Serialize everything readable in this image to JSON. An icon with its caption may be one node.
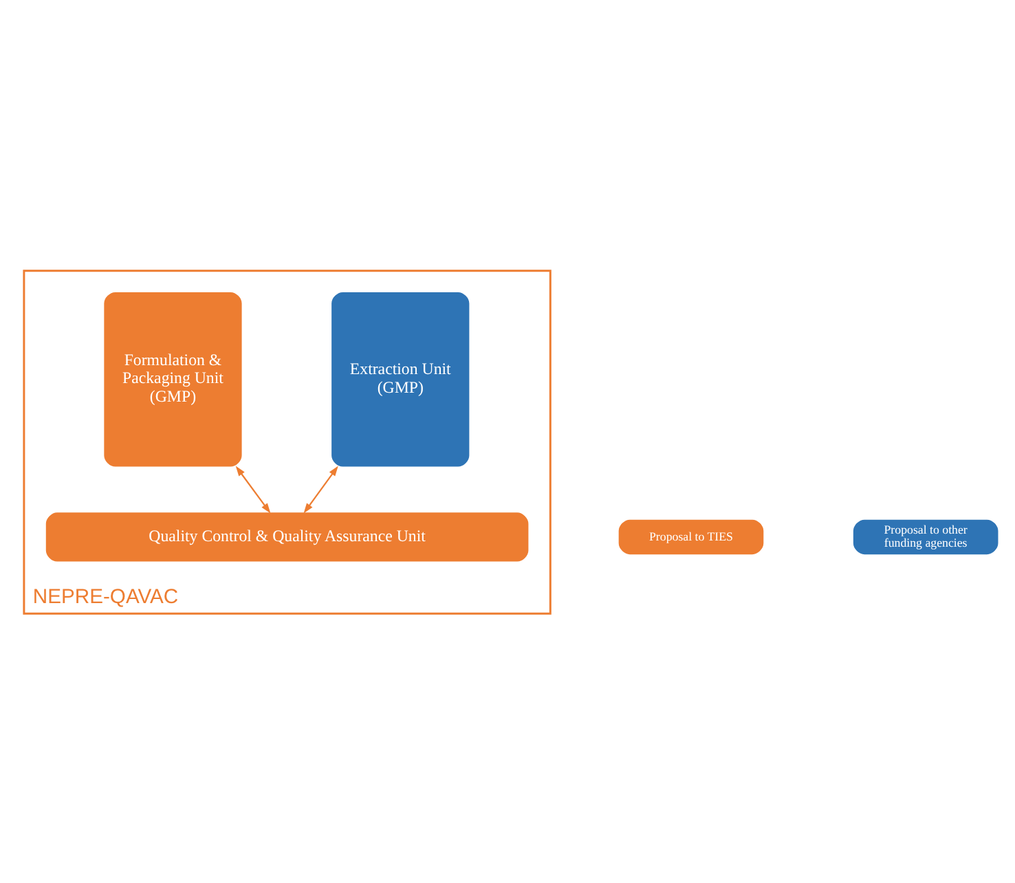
{
  "diagram": {
    "nodes": [
      {
        "text": [
          "NEPRE-QAVAC"
        ]
      },
      {
        "text": [
          "Extraction Unit (GMP)"
        ],
        "in": 0
      },
      {
        "text": [
          "Formulation & Packaging Unit (GMP)"
        ],
        "in": 0
      },
      {
        "text": [
          "Quality Control & Quality Assurance Unit"
        ],
        "in": 0
      },
      {
        "text": [
          "Proposal to TIES"
        ]
      },
      {
        "text": [
          "Proposal to other funding agencies"
        ]
      }
    ],
    "edges": [
      {
        "from": 1,
        "to": 3,
        "arrow": "both"
      },
      {
        "from": 2,
        "to": 3,
        "arrow": "both"
      }
    ]
  }
}
